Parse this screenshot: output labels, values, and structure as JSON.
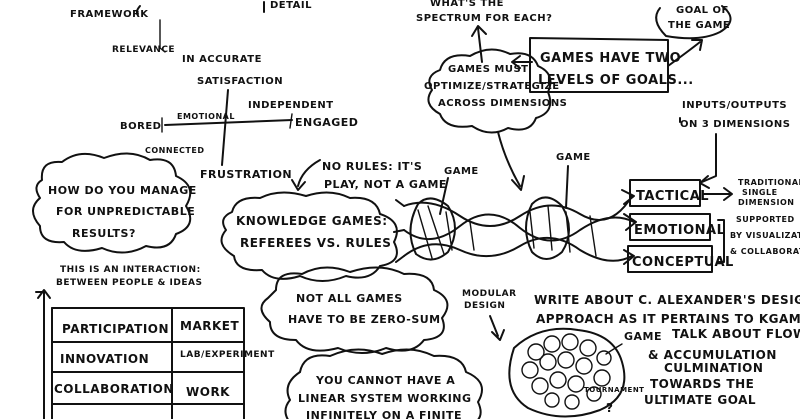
{
  "top": {
    "framework": "FRAMEWORK",
    "detail": "DETAIL",
    "relevance": "RELEVANCE",
    "inaccurate": "IN ACCURATE",
    "spectrum_line1": "WHAT'S THE",
    "spectrum_line2": "SPECTRUM FOR EACH?",
    "goal_line1": "GOAL OF",
    "goal_line2": "THE GAME"
  },
  "axes": {
    "satisfaction": "SATISFACTION",
    "independent": "INDEPENDENT",
    "emotional": "EMOTIONAL",
    "bored": "BORED",
    "engaged": "ENGAGED",
    "connected": "CONNECTED",
    "frustration": "FRUSTRATION"
  },
  "clouds": {
    "optimize": [
      "GAMES MUST",
      "OPTIMIZE/STRATEGIZE",
      "ACROSS DIMENSIONS"
    ],
    "manage": [
      "HOW DO YOU MANAGE",
      "FOR UNPREDICTABLE",
      "RESULTS?"
    ],
    "knowledge": [
      "KNOWLEDGE GAMES:",
      "REFEREES VS. RULES"
    ],
    "zerosum": [
      "NOT ALL GAMES",
      "HAVE TO BE ZERO-SUM"
    ],
    "linear": [
      "YOU CANNOT HAVE A",
      "LINEAR SYSTEM WORKING",
      "INFINITELY ON A FINITE"
    ]
  },
  "goals_box": [
    "GAMES HAVE TWO",
    "LEVELS OF GOALS..."
  ],
  "io_note": [
    "INPUTS/OUTPUTS",
    "ON 3 DIMENSIONS"
  ],
  "no_rules": [
    "NO RULES: IT'S",
    "PLAY, NOT A GAME"
  ],
  "game_label": "GAME",
  "dimensions": [
    "TACTICAL",
    "EMOTIONAL",
    "CONCEPTUAL"
  ],
  "dimension_notes": {
    "traditional": [
      "TRADITIONAL",
      "SINGLE",
      "DIMENSION"
    ],
    "supported": [
      "SUPPORTED",
      "BY VISUALIZATION",
      "& COLLABORATION"
    ]
  },
  "interaction_note": [
    "THIS IS AN INTERACTION:",
    "BETWEEN PEOPLE & IDEAS"
  ],
  "table": {
    "left": [
      "PARTICIPATION",
      "INNOVATION",
      "COLLABORATION"
    ],
    "right": [
      "MARKET",
      "LAB/EXPERIMENT",
      "WORK"
    ]
  },
  "modular": [
    "MODULAR",
    "DESIGN"
  ],
  "alexander": [
    "WRITE ABOUT C. ALEXANDER'S DESIGN",
    "APPROACH AS IT PERTAINS TO KGAMES"
  ],
  "flow": [
    "TALK ABOUT FLOW",
    "& ACCUMULATION",
    "CULMINATION",
    "TOWARDS THE",
    "ULTIMATE GOAL"
  ],
  "blob_game": "GAME",
  "tournament": "TOURNAMENT",
  "question_mark": "?"
}
